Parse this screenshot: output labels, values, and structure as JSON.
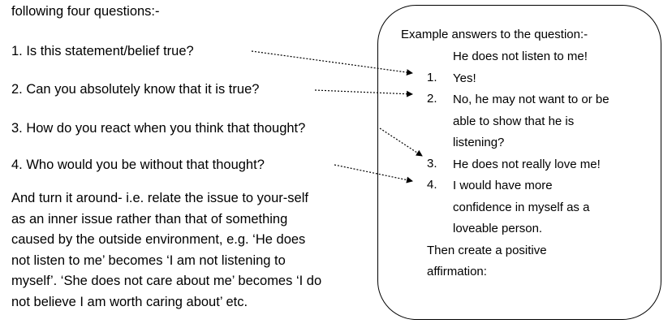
{
  "intro": "following four questions:-",
  "questions": [
    "1. Is this statement/belief true?",
    "2. Can you absolutely know that it is true?",
    "3. How do you react when you think that thought?",
    "4. Who would you be without that thought?"
  ],
  "paragraph": [
    "And turn it around- i.e. relate the issue to your-self",
    "as an inner issue rather than that of something",
    "caused by the outside environment, e.g. ‘He does",
    "not listen to me’ becomes ‘I am not listening to",
    "myself’.  ‘She does not care about me’ becomes ‘I do",
    "not believe I am worth caring about’ etc."
  ],
  "callout": {
    "heading": "Example answers to the question:-",
    "statement": "He does not listen to me!",
    "answers": [
      {
        "num": "1.",
        "lines": [
          "Yes!"
        ]
      },
      {
        "num": "2.",
        "lines": [
          "No, he may not want to or be",
          "able to show that he is",
          "listening?"
        ]
      },
      {
        "num": "3.",
        "lines": [
          "He does not really love me!"
        ]
      },
      {
        "num": "4.",
        "lines": [
          "I would have more",
          "confidence in myself as a",
          "loveable person."
        ]
      }
    ],
    "closing": [
      "Then create a positive",
      "affirmation:"
    ]
  }
}
